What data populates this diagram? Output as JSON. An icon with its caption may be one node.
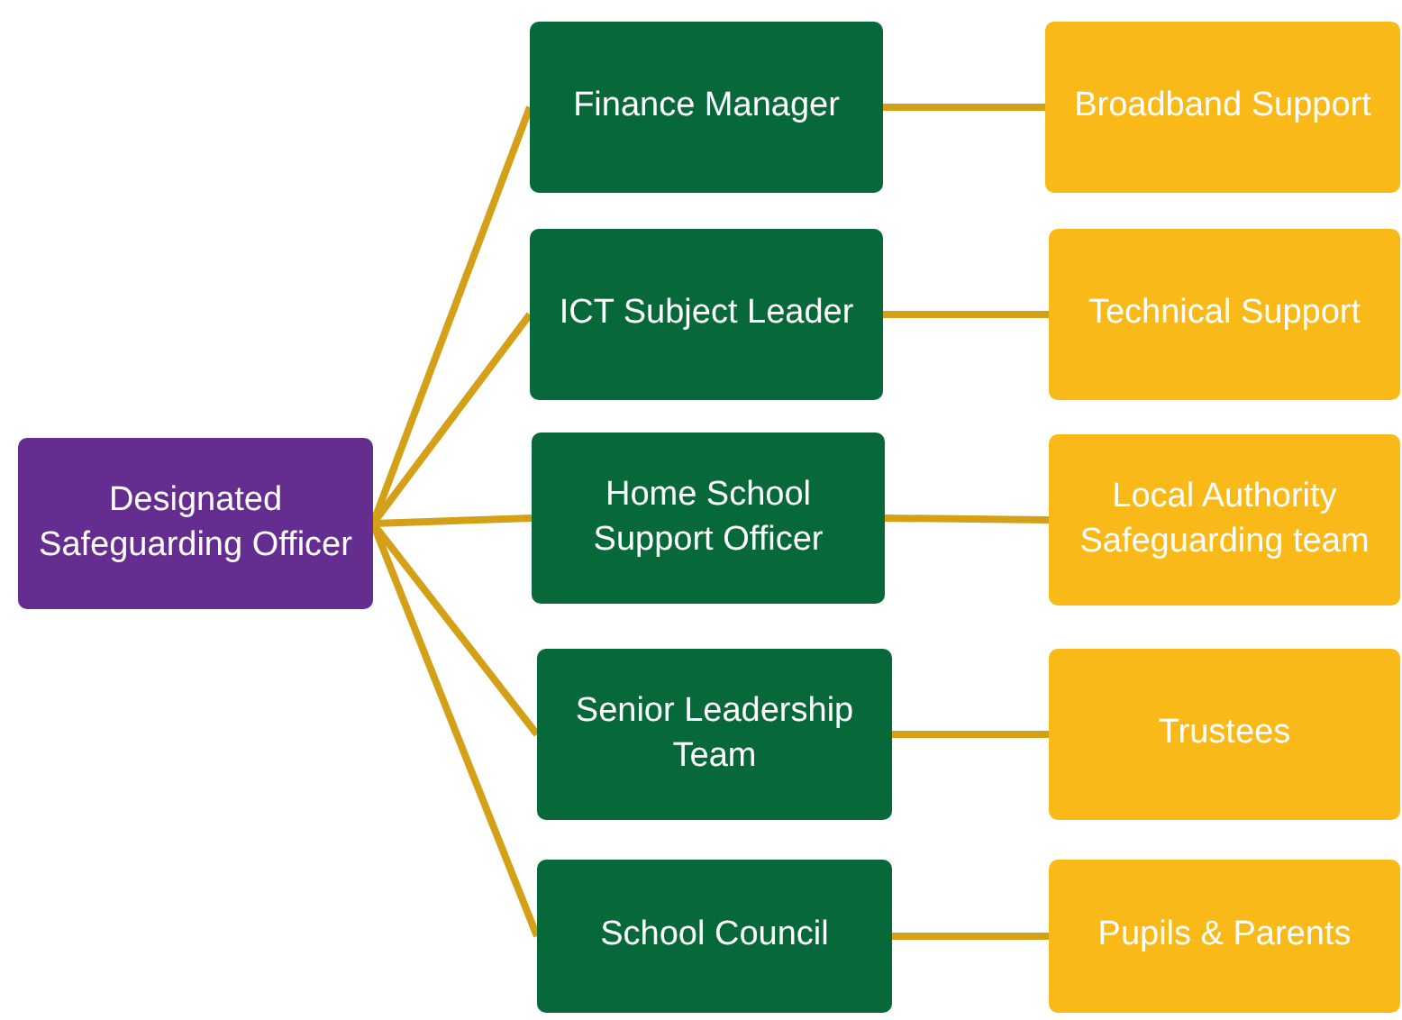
{
  "diagram": {
    "nodes": [
      {
        "text": [
          "Designated Safeguarding Officer"
        ]
      },
      {
        "text": [
          "Finance Manager"
        ]
      },
      {
        "text": [
          "ICT Subject Leader"
        ]
      },
      {
        "text": [
          "Home School Support Officer"
        ]
      },
      {
        "text": [
          "Senior Leadership Team"
        ]
      },
      {
        "text": [
          "School Council"
        ]
      },
      {
        "text": [
          "Broadband Support"
        ]
      },
      {
        "text": [
          "Technical Support"
        ]
      },
      {
        "text": [
          "Local Authority Safeguarding team"
        ]
      },
      {
        "text": [
          "Trustees"
        ]
      },
      {
        "text": [
          "Pupils & Parents"
        ]
      }
    ],
    "edges": [
      {
        "from": 0,
        "to": 1,
        "arrow": "none"
      },
      {
        "from": 0,
        "to": 2,
        "arrow": "none"
      },
      {
        "from": 0,
        "to": 3,
        "arrow": "none"
      },
      {
        "from": 0,
        "to": 4,
        "arrow": "none"
      },
      {
        "from": 0,
        "to": 5,
        "arrow": "none"
      },
      {
        "from": 1,
        "to": 6,
        "arrow": "none"
      },
      {
        "from": 2,
        "to": 7,
        "arrow": "none"
      },
      {
        "from": 3,
        "to": 8,
        "arrow": "none"
      },
      {
        "from": 4,
        "to": 9,
        "arrow": "none"
      },
      {
        "from": 5,
        "to": 10,
        "arrow": "none"
      }
    ]
  }
}
